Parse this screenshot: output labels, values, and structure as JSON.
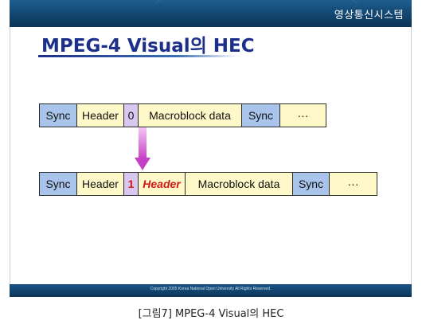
{
  "header": {
    "brand": "영상통신시스템"
  },
  "slide": {
    "title": "MPEG-4 Visual의 HEC"
  },
  "diagram": {
    "row1": [
      {
        "text": "Sync",
        "kind": "sync",
        "w": 48
      },
      {
        "text": "Header",
        "kind": "yellow",
        "w": 60
      },
      {
        "text": "0",
        "kind": "lav",
        "w": 19
      },
      {
        "text": "Macroblock data",
        "kind": "yellow",
        "w": 131
      },
      {
        "text": "Sync",
        "kind": "sync",
        "w": 49
      },
      {
        "text": "···",
        "kind": "yellow",
        "w": 59
      }
    ],
    "row2": [
      {
        "text": "Sync",
        "kind": "sync",
        "w": 48
      },
      {
        "text": "Header",
        "kind": "yellow",
        "w": 60
      },
      {
        "text": "1",
        "kind": "lav-bit",
        "w": 19
      },
      {
        "text": "Header",
        "kind": "yellow-hdr",
        "w": 60
      },
      {
        "text": "Macroblock data",
        "kind": "yellow",
        "w": 136
      },
      {
        "text": "Sync",
        "kind": "sync",
        "w": 47
      },
      {
        "text": "···",
        "kind": "yellow",
        "w": 61
      }
    ],
    "colors": {
      "sync": "#a9c4ea",
      "yellow": "#fff8c8",
      "lavender": "#d8c8f0",
      "highlight": "#cc1a1a",
      "arrow": "#d85fd8"
    }
  },
  "footer": {
    "copyright": "Copyright 2005 Korea National Open University All Rights Reserved."
  },
  "caption": "[그림7] MPEG-4 Visual의 HEC"
}
